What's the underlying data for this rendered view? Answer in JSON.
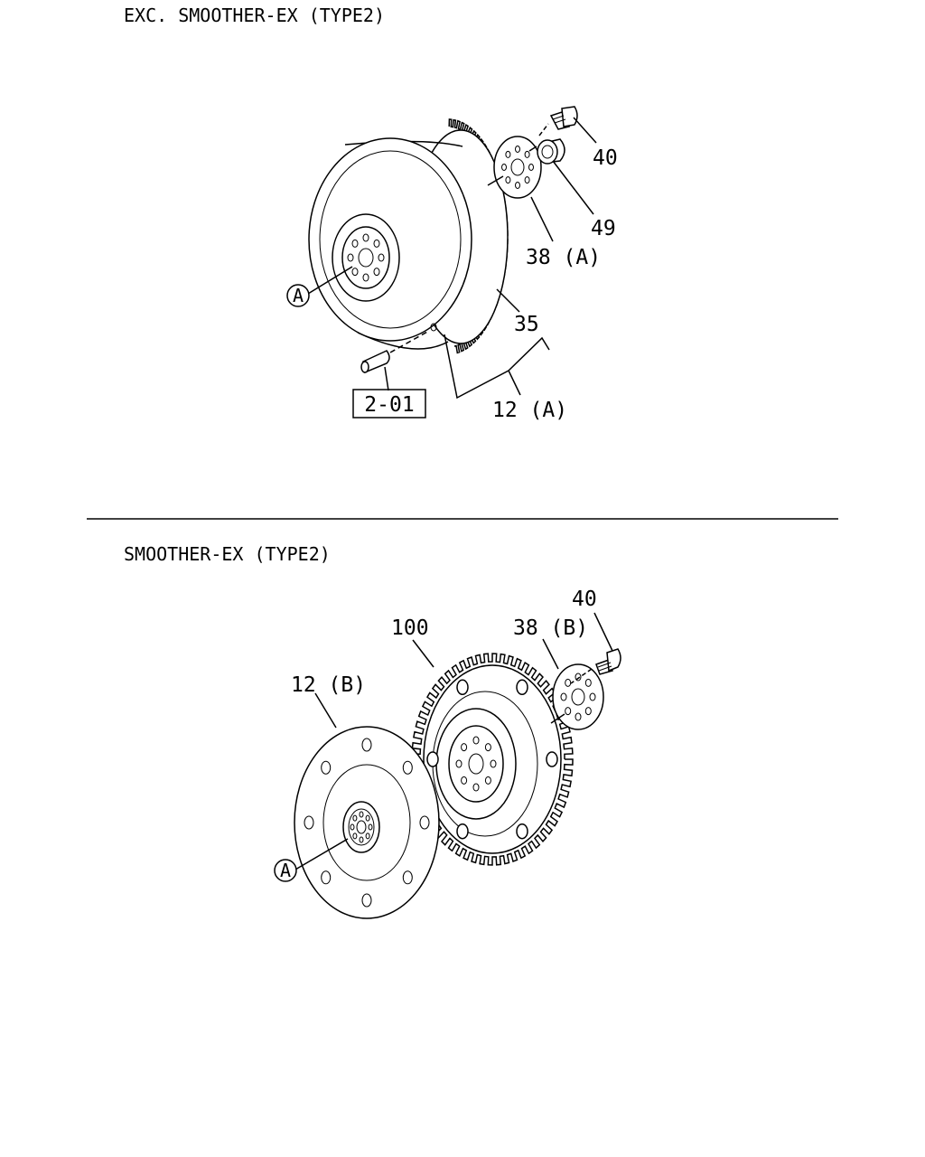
{
  "sections": {
    "top": {
      "title": "EXC. SMOOTHER-EX (TYPE2)",
      "callouts": {
        "c40": "40",
        "c49": "49",
        "c38": "38 (A)",
        "c35": "35",
        "c12": "12 (A)",
        "cA": "A",
        "ref": "2-01"
      }
    },
    "bottom": {
      "title": "SMOOTHER-EX (TYPE2)",
      "callouts": {
        "c40": "40",
        "c38": "38 (B)",
        "c100": "100",
        "c12": "12 (B)",
        "cA": "A"
      }
    }
  }
}
